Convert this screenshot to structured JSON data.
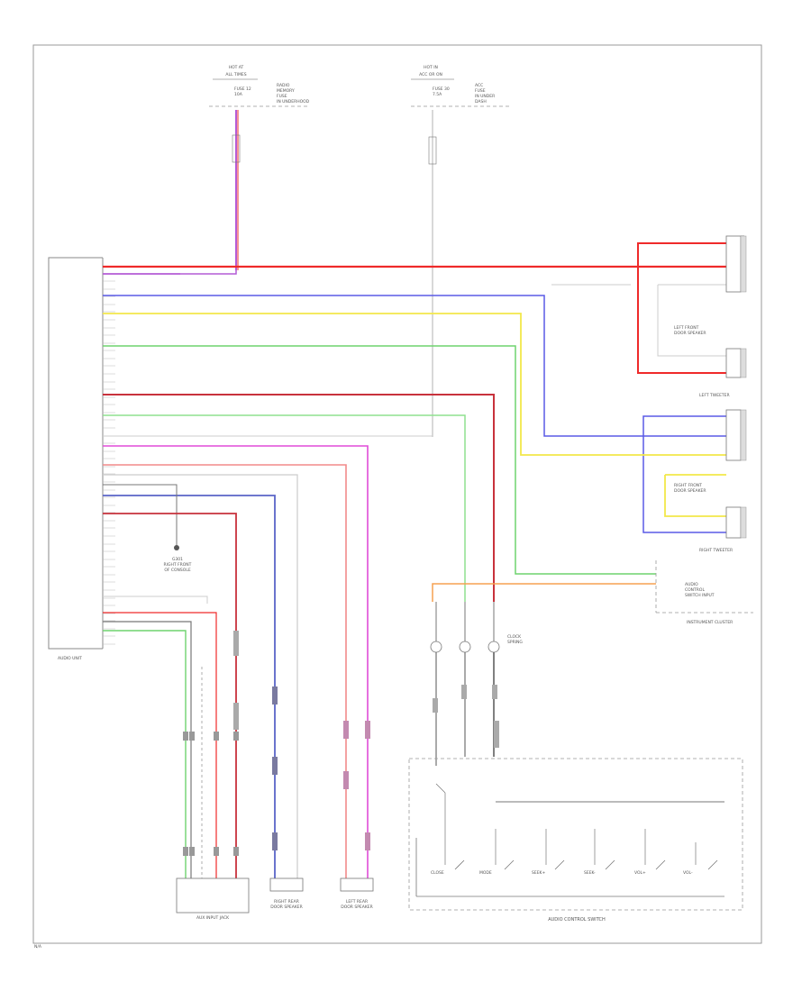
{
  "figure_id": "N/A",
  "components": {
    "audio_unit": "AUDIO UNIT",
    "left_tweeter": "LEFT TWEETER",
    "right_tweeter": "RIGHT TWEETER",
    "left_front_speaker": "LEFT FRONT\nDOOR SPEAKER",
    "right_front_speaker": "RIGHT FRONT\nDOOR SPEAKER",
    "instrument_cluster": "INSTRUMENT CLUSTER",
    "aux_input_jack": "AUX INPUT JACK",
    "right_rear_speaker": "RIGHT REAR\nDOOR SPEAKER",
    "left_rear_speaker": "LEFT REAR\nDOOR SPEAKER",
    "audio_control_switch": "AUDIO CONTROL SWITCH",
    "clock_spring": "CLOCK\nSPRING",
    "fuse_box_top_left": "HOT AT\nALL TIMES",
    "fuse_box_top_right": "HOT IN\nACC OR ON",
    "ground_label": "G301\nRIGHT FRONT\nOF CONSOLE"
  },
  "wire_colors": {
    "red": "#ef2a2a",
    "violet": "#b45cd6",
    "blue": "#5a5ae6",
    "yellow": "#f2e84a",
    "green": "#6fd36f",
    "dark_red": "#c8323c",
    "light_green": "#8fe08f",
    "white": "#cccccc",
    "pink": "#f07be0",
    "salmon": "#f28a8a",
    "navy": "#5a64c8",
    "orange": "#f5a050"
  },
  "switch_labels": [
    "CLOSE",
    "MODE",
    "SEEK+",
    "SEEK-",
    "VOL+",
    "VOL-"
  ]
}
